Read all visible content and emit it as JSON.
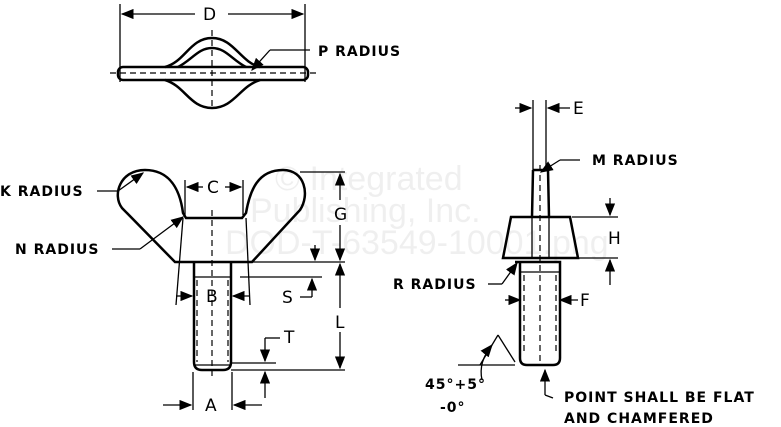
{
  "watermark": {
    "line1": "© Integrated",
    "line2": "Publishing, Inc.",
    "line3": "DOD-T-63549-10001.png"
  },
  "top_view": {
    "dim_d": "D",
    "p_radius": "P RADIUS"
  },
  "front_view": {
    "k_radius": "K RADIUS",
    "n_radius": "N RADIUS",
    "dim_c": "C",
    "dim_g": "G",
    "dim_b": "B",
    "dim_s": "S",
    "dim_l": "L",
    "dim_t": "T",
    "dim_a": "A"
  },
  "side_view": {
    "dim_e": "E",
    "m_radius": "M RADIUS",
    "dim_h": "H",
    "r_radius": "R RADIUS",
    "dim_f": "F",
    "angle_line1": "45°+5°",
    "angle_line2": "-0°",
    "note_line1": "POINT SHALL BE FLAT",
    "note_line2": "AND CHAMFERED"
  }
}
